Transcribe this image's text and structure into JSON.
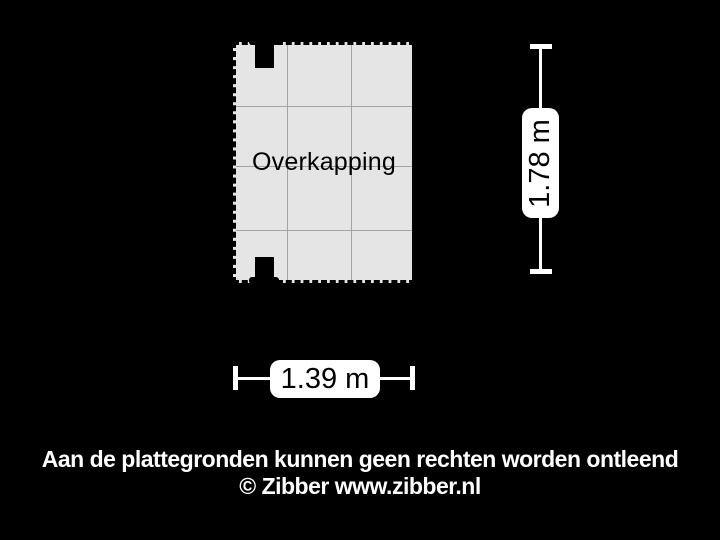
{
  "floorplan": {
    "room_label": "Overkapping",
    "dimensions": {
      "width_label": "1.39 m",
      "height_label": "1.78 m"
    }
  },
  "footer": {
    "disclaimer": "Aan de plattegronden kunnen geen rechten worden ontleend",
    "credit": "© Zibber www.zibber.nl"
  },
  "colors": {
    "background": "#000000",
    "room_fill": "#e5e5e5",
    "room_border": "#000000",
    "grid_line": "#a3a3a3",
    "wall": "#000000",
    "post": "#000000",
    "dimension_line": "#ffffff",
    "dimension_label_bg": "#ffffff",
    "dimension_label_text": "#000000",
    "room_label_text": "#000000",
    "footer_text": "#ffffff"
  }
}
